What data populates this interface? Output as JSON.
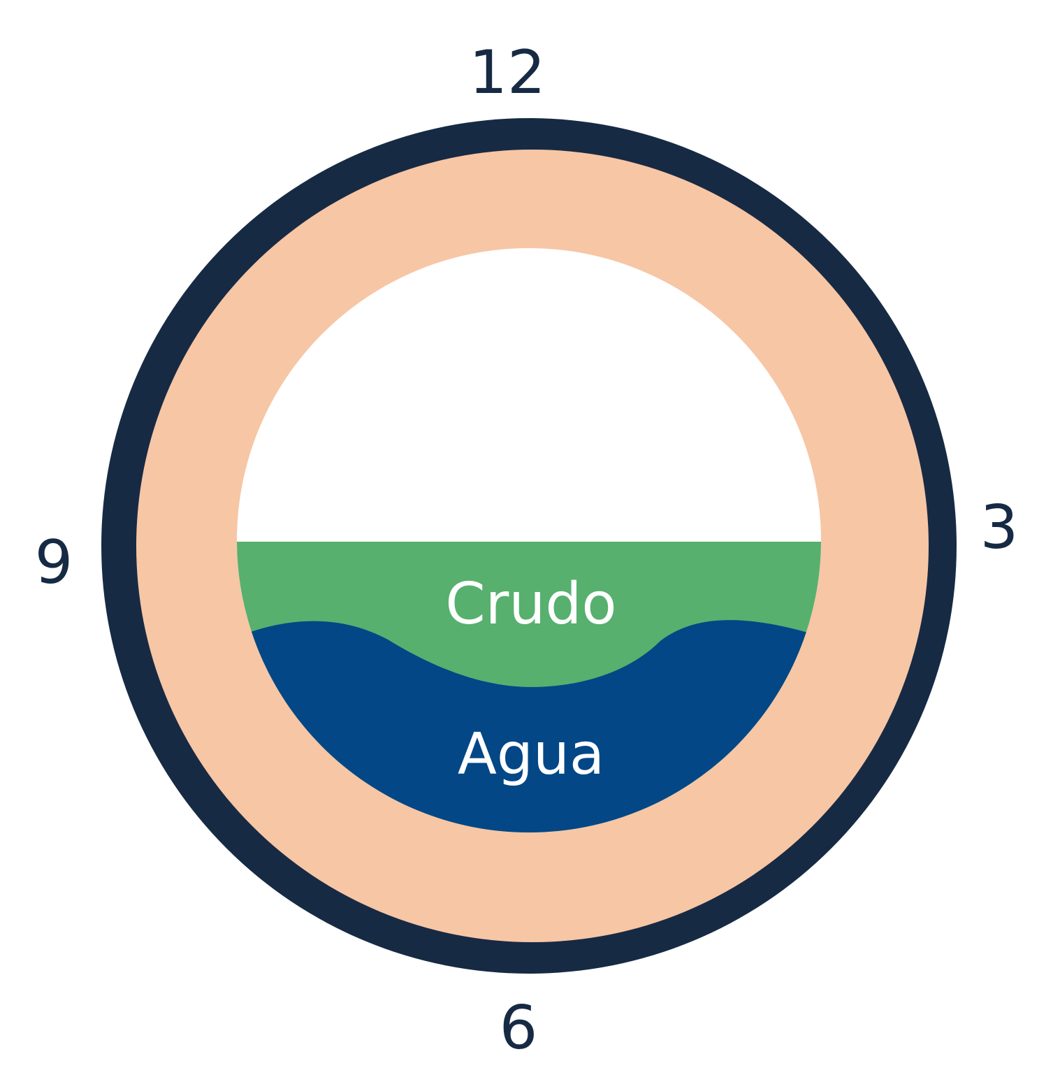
{
  "clock_positions": {
    "top": "12",
    "right": "3",
    "bottom": "6",
    "left": "9"
  },
  "layers": {
    "crude_label": "Crudo",
    "water_label": "Agua"
  },
  "colors": {
    "pipe_wall": "#172A44",
    "coating": "#F7C6A5",
    "empty": "#FFFFFF",
    "crude": "#57B06E",
    "water": "#034786",
    "label_dark": "#172A44",
    "label_light": "#FFFFFF"
  }
}
